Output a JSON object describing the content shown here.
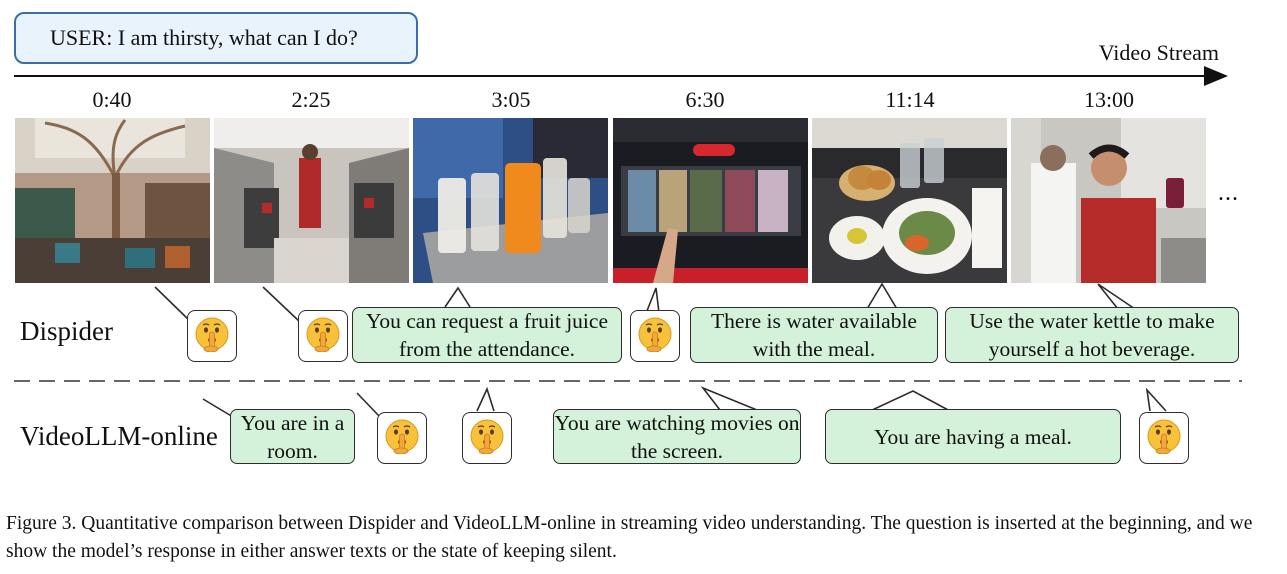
{
  "user_prompt": "USER:  I am thirsty, what can I do?",
  "stream_label": "Video Stream",
  "frames": [
    {
      "time": "0:40",
      "scene": "airport lounge"
    },
    {
      "time": "2:25",
      "scene": "airplane cabin aisle"
    },
    {
      "time": "3:05",
      "scene": "tray of juice glasses"
    },
    {
      "time": "6:30",
      "scene": "in-flight movie screen"
    },
    {
      "time": "11:14",
      "scene": "meal on tray"
    },
    {
      "time": "13:00",
      "scene": "crew at galley kettle"
    }
  ],
  "ellipsis": "...",
  "rows": {
    "dispider": {
      "label": "Dispider",
      "responses": [
        "You can request a fruit juice from the attendance.",
        "There is water available with the meal.",
        "Use the water kettle to make yourself a hot beverage."
      ]
    },
    "videollm": {
      "label": "VideoLLM-online",
      "responses": [
        "You are in a room.",
        "You are watching movies on the screen.",
        "You are having a meal."
      ]
    }
  },
  "silent_icon": "shushing-face-icon",
  "caption": "Figure 3. Quantitative comparison between Dispider and VideoLLM-online in streaming video understanding. The question is inserted at the beginning, and we show the model’s response in either answer texts or the state of keeping silent.",
  "colors": {
    "bubble_fill": "#d3f2d9",
    "prompt_fill": "#e8f3fb",
    "prompt_border": "#3b6ea8"
  }
}
